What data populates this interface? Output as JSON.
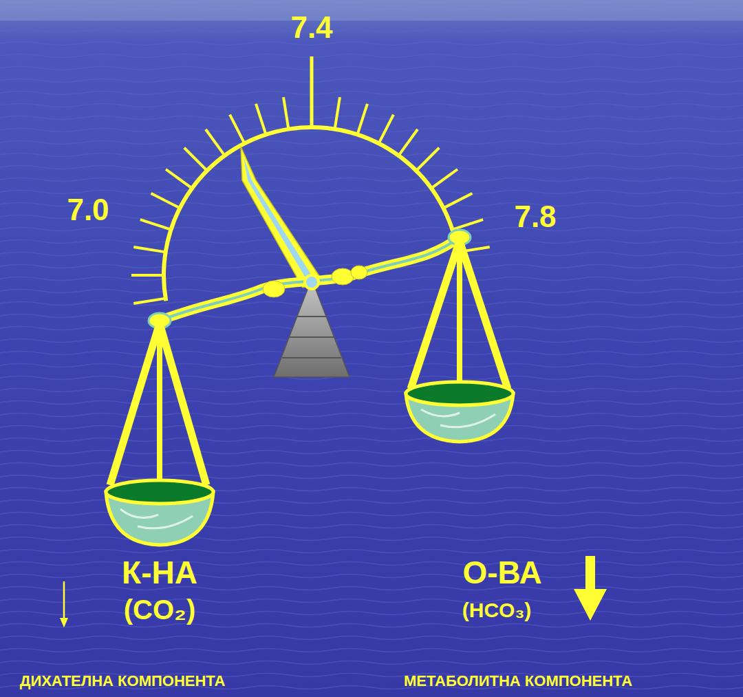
{
  "diagram": {
    "labels": [
      "7.4",
      "7.0",
      "7.8",
      "К-НА",
      "(CO₂)",
      "О-ВА",
      "(HCO₃)",
      "ДИХАТЕЛНА КОМПОНЕНТА",
      "МЕТАБОЛИТНА КОМПОНЕНТА"
    ]
  }
}
